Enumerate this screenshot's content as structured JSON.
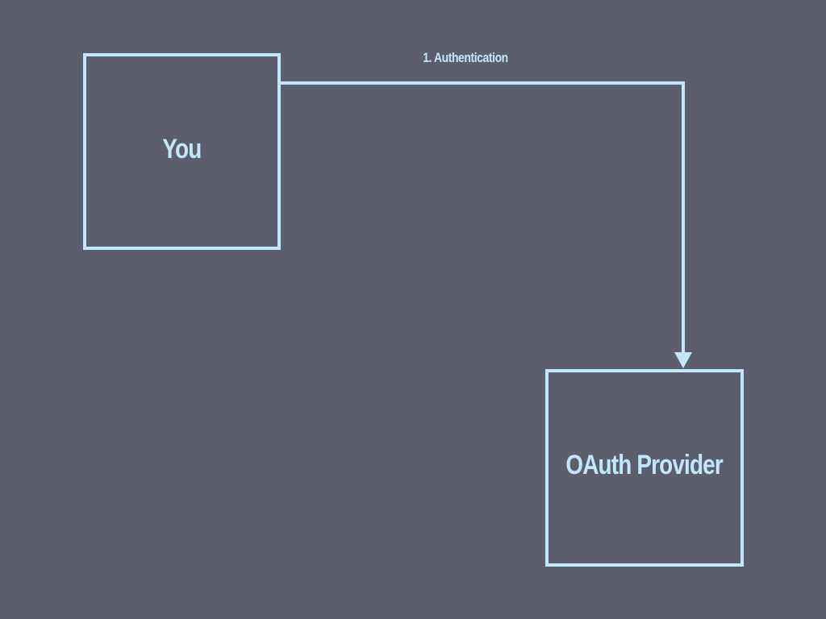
{
  "diagram": {
    "nodes": [
      {
        "id": "you",
        "label": "You"
      },
      {
        "id": "oauth-provider",
        "label": "OAuth Provider"
      }
    ],
    "edges": [
      {
        "from": "you",
        "to": "oauth-provider",
        "label": "1. Authentication"
      }
    ]
  },
  "colors": {
    "background": "#5c5e6b",
    "stroke": "#c4e6fb",
    "text": "#c4e6fb"
  }
}
